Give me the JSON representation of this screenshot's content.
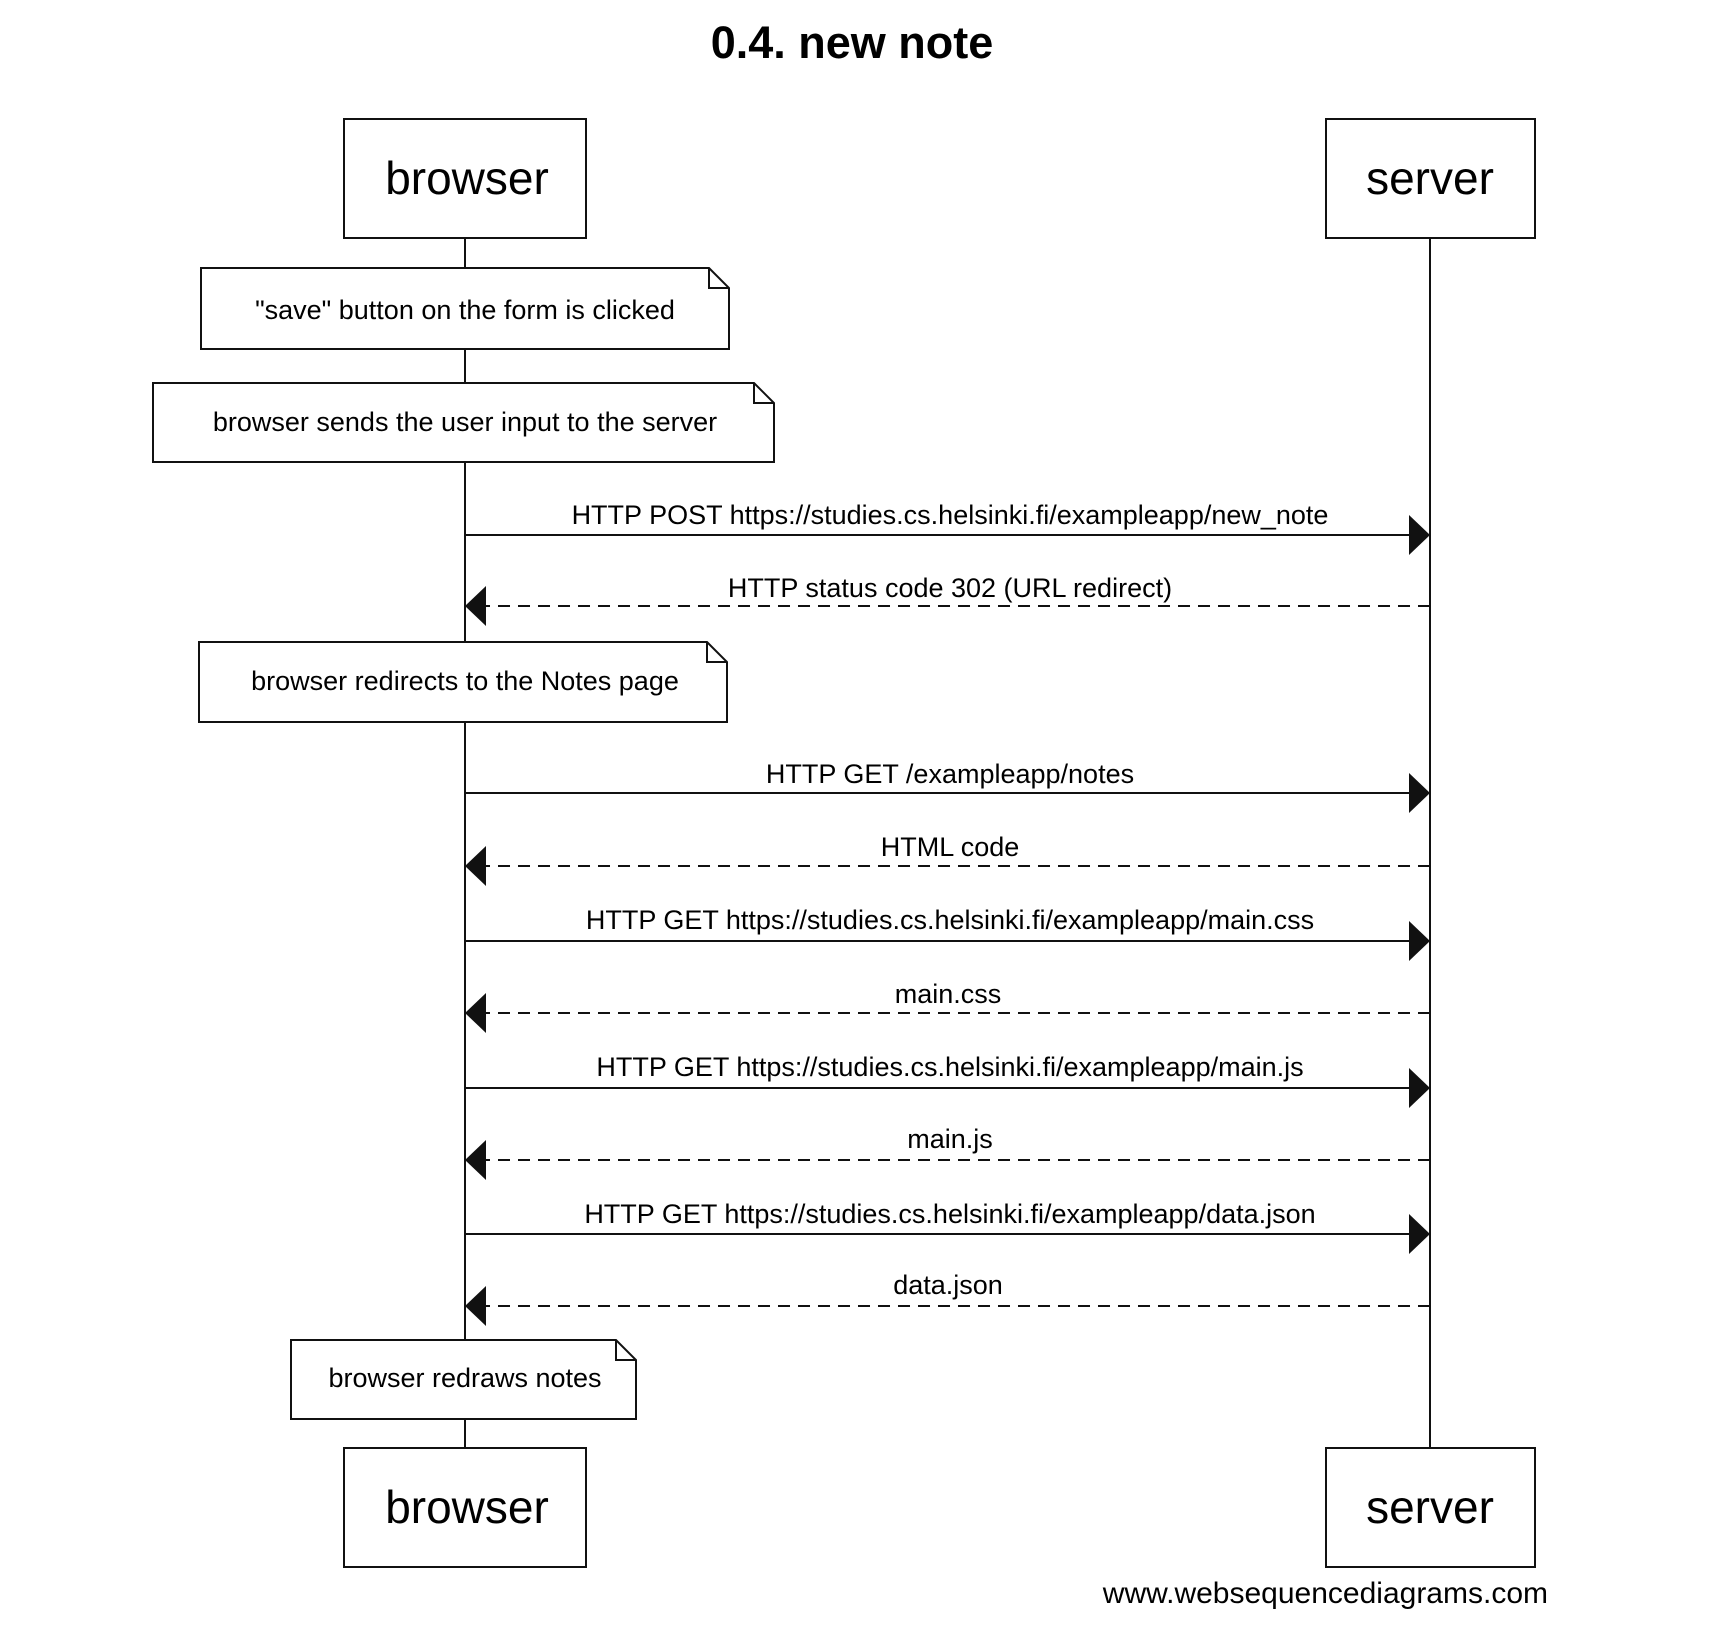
{
  "title": "0.4. new note",
  "participants": {
    "browser": "browser",
    "server": "server"
  },
  "notes": [
    "\"save\" button on the form is clicked",
    "browser sends the user input to the server",
    "browser redirects to the Notes page",
    "browser redraws notes"
  ],
  "messages": [
    {
      "label": "HTTP POST https://studies.cs.helsinki.fi/exampleapp/new_note",
      "from": "browser",
      "to": "server",
      "style": "solid"
    },
    {
      "label": "HTTP status code 302 (URL redirect)",
      "from": "server",
      "to": "browser",
      "style": "dashed"
    },
    {
      "label": "HTTP GET /exampleapp/notes",
      "from": "browser",
      "to": "server",
      "style": "solid"
    },
    {
      "label": "HTML code",
      "from": "server",
      "to": "browser",
      "style": "dashed"
    },
    {
      "label": "HTTP GET https://studies.cs.helsinki.fi/exampleapp/main.css",
      "from": "browser",
      "to": "server",
      "style": "solid"
    },
    {
      "label": "main.css",
      "from": "server",
      "to": "browser",
      "style": "dashed"
    },
    {
      "label": "HTTP GET https://studies.cs.helsinki.fi/exampleapp/main.js",
      "from": "browser",
      "to": "server",
      "style": "solid"
    },
    {
      "label": "main.js",
      "from": "server",
      "to": "browser",
      "style": "dashed"
    },
    {
      "label": "HTTP GET https://studies.cs.helsinki.fi/exampleapp/data.json",
      "from": "browser",
      "to": "server",
      "style": "solid"
    },
    {
      "label": "data.json",
      "from": "server",
      "to": "browser",
      "style": "dashed"
    }
  ],
  "footer": "www.websequencediagrams.com",
  "colors": {
    "stroke": "#111111",
    "background": "#ffffff"
  }
}
